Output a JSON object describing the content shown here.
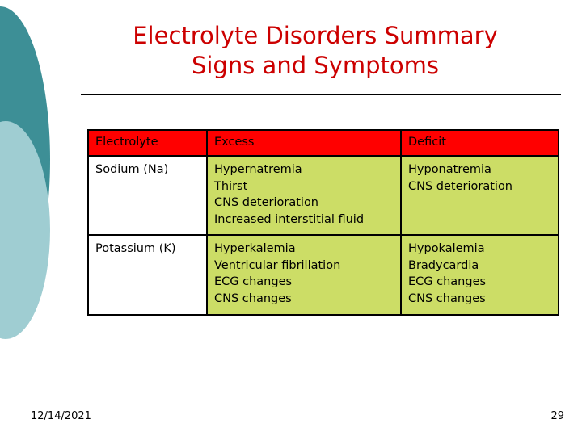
{
  "slide": {
    "title_line1": "Electrolyte Disorders Summary",
    "title_line2": "Signs and Symptoms",
    "title_color": "#cc0000",
    "header_bg": "#ff0000",
    "body_bg": "#ccdd66",
    "deco_outer_color": "#3d8f96",
    "deco_inner_color": "#9fcdd2"
  },
  "table": {
    "headers": [
      "Electrolyte",
      "Excess",
      "Deficit"
    ],
    "rows": [
      {
        "electrolyte": "Sodium (Na)",
        "excess": [
          "Hypernatremia",
          "Thirst",
          "CNS deterioration",
          "Increased interstitial fluid"
        ],
        "deficit": [
          "Hyponatremia",
          "CNS deterioration"
        ]
      },
      {
        "electrolyte": "Potassium (K)",
        "excess": [
          "Hyperkalemia",
          "Ventricular fibrillation",
          "ECG changes",
          "CNS changes"
        ],
        "deficit": [
          "Hypokalemia",
          "Bradycardia",
          "ECG changes",
          "CNS changes"
        ]
      }
    ]
  },
  "footer": {
    "date": "12/14/2021",
    "page_number": "29"
  }
}
